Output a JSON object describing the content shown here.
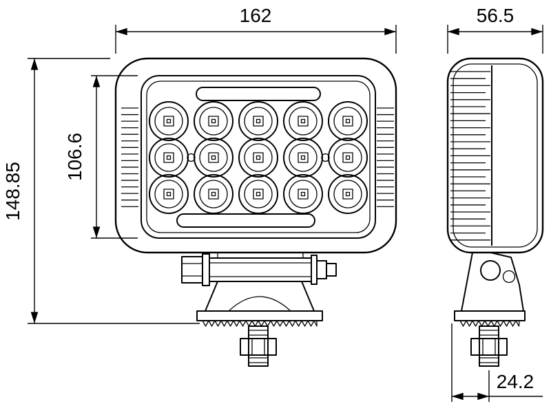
{
  "drawing": {
    "type": "dimensioned engineering drawing of a rectangular LED work lamp, front view and side view",
    "dimension_labels": {
      "front_width": "162",
      "side_depth": "56.5",
      "lens_height": "106.6",
      "total_height": "148.85",
      "stud_to_rear": "24.2"
    },
    "front_view": {
      "led_rows": 3,
      "led_columns": 5,
      "small_circle_count": 2
    },
    "colors": {
      "line": "#000000",
      "background": "#ffffff"
    }
  }
}
